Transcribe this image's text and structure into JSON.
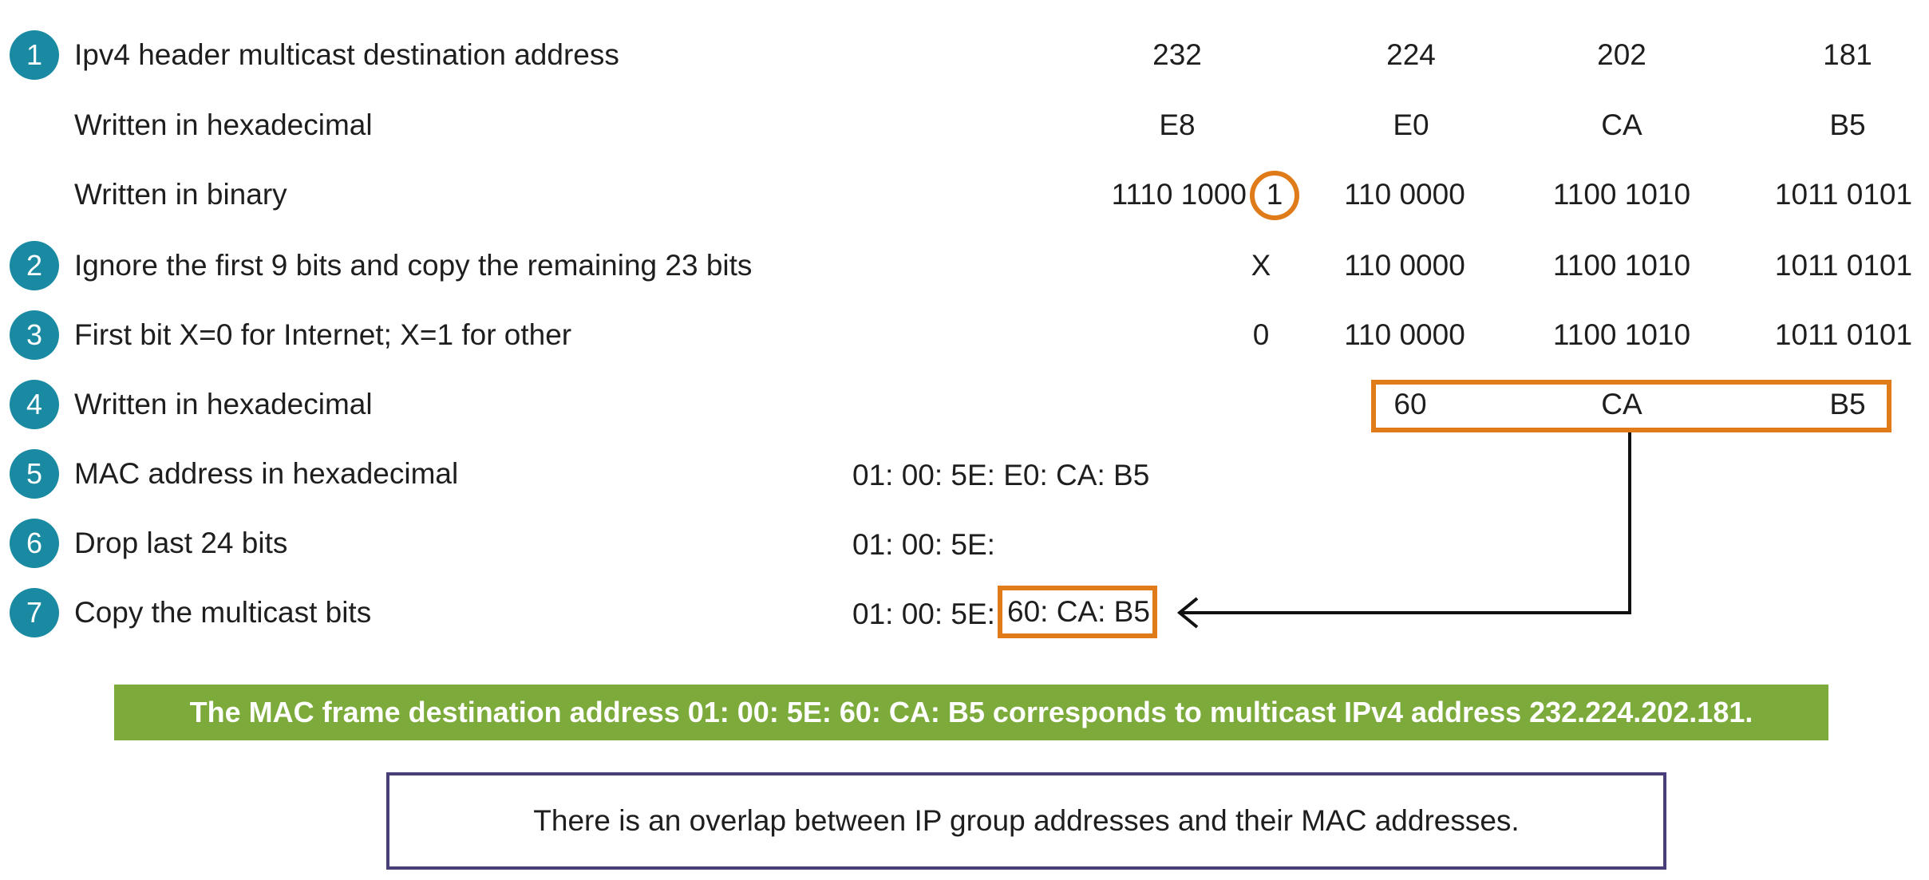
{
  "colors": {
    "badge": "#1a8aa3",
    "highlight": "#e07b1a",
    "banner": "#7cab3c",
    "note_border": "#4a3e7a",
    "text": "#1e1e1e"
  },
  "steps": [
    {
      "number": "1",
      "label": "Ipv4 header multicast destination address"
    },
    {
      "number": "",
      "label": "Written in hexadecimal"
    },
    {
      "number": "",
      "label": "Written in binary"
    },
    {
      "number": "2",
      "label": "Ignore the first 9 bits and copy the remaining 23 bits"
    },
    {
      "number": "3",
      "label": "First bit X=0 for Internet; X=1 for other"
    },
    {
      "number": "4",
      "label": "Written in hexadecimal"
    },
    {
      "number": "5",
      "label": "MAC address in hexadecimal"
    },
    {
      "number": "6",
      "label": "Drop last 24 bits"
    },
    {
      "number": "7",
      "label": "Copy the multicast bits"
    }
  ],
  "decimal": [
    "232",
    "224",
    "202",
    "181"
  ],
  "hex": [
    "E8",
    "E0",
    "CA",
    "B5"
  ],
  "binary": {
    "octet1": "1110  1000",
    "first_bit": "1",
    "octet2": "110  0000",
    "octet3": "1100  1010",
    "octet4": "1011  0101"
  },
  "copied_bits": {
    "marker": "X",
    "octet2": "110  0000",
    "octet3": "1100  1010",
    "octet4": "1011  0101"
  },
  "internet_bits": {
    "first_bit": "0",
    "octet2": "110  0000",
    "octet3": "1100  1010",
    "octet4": "1011  0101"
  },
  "multicast_hex": [
    "60",
    "CA",
    "B5"
  ],
  "mac": {
    "full": "01: 00: 5E: E0: CA: B5",
    "prefix": "01: 00: 5E:",
    "result_prefix": "01: 00: 5E:",
    "result_suffix": "60: CA: B5"
  },
  "banner": "The MAC frame destination address 01: 00: 5E: 60: CA: B5 corresponds to multicast IPv4 address 232.224.202.181.",
  "note": "There is an overlap between IP group addresses and their MAC addresses."
}
